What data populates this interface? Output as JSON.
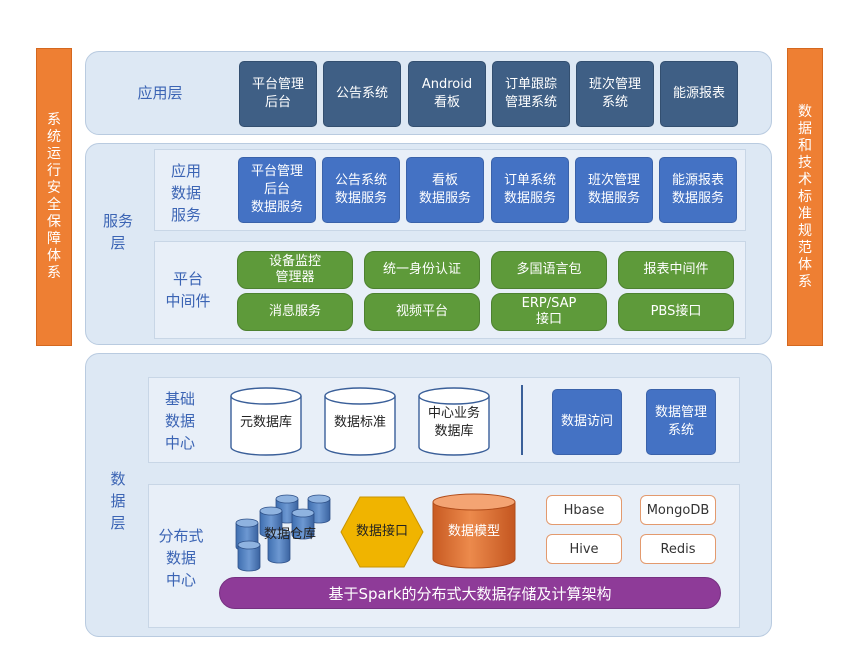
{
  "side": {
    "left": "系统运行安全保障体系",
    "right": "数据和技术标准规范体系"
  },
  "application_layer": {
    "label": "应用层",
    "items": [
      "平台管理\n后台",
      "公告系统",
      "Android\n看板",
      "订单跟踪\n管理系统",
      "班次管理\n系统",
      "能源报表"
    ]
  },
  "service_layer": {
    "label": "服务\n层",
    "data_services": {
      "label": "应用\n数据\n服务",
      "items": [
        "平台管理\n后台\n数据服务",
        "公告系统\n数据服务",
        "看板\n数据服务",
        "订单系统\n数据服务",
        "班次管理\n数据服务",
        "能源报表\n数据服务"
      ]
    },
    "middleware": {
      "label": "平台\n中间件",
      "items": [
        "设备监控\n管理器",
        "统一身份认证",
        "多国语言包",
        "报表中间件",
        "消息服务",
        "视频平台",
        "ERP/SAP\n接口",
        "PBS接口"
      ]
    }
  },
  "data_layer": {
    "label": "数\n据\n层",
    "base_center": {
      "label": "基础\n数据\n中心",
      "databases": [
        "元数据库",
        "数据标准",
        "中心业务\n数据库"
      ],
      "services": [
        "数据访问",
        "数据管理\n系统"
      ]
    },
    "distributed_center": {
      "label": "分布式\n数据\n中心",
      "warehouse": "数据仓库",
      "interface": "数据接口",
      "model": "数据模型",
      "stores": [
        "Hbase",
        "MongoDB",
        "Hive",
        "Redis"
      ],
      "base_bar": "基于Spark的分布式大数据存储及计算架构"
    }
  },
  "colors": {
    "side_orange": "#ee7f33",
    "dark_blue": "#3f5f85",
    "blue": "#4472c4",
    "green": "#5e9a3a",
    "yellow": "#f0b400",
    "orange_cyl": "#d9672a",
    "purple": "#8e3b98",
    "label_blue": "#3b64b4"
  }
}
